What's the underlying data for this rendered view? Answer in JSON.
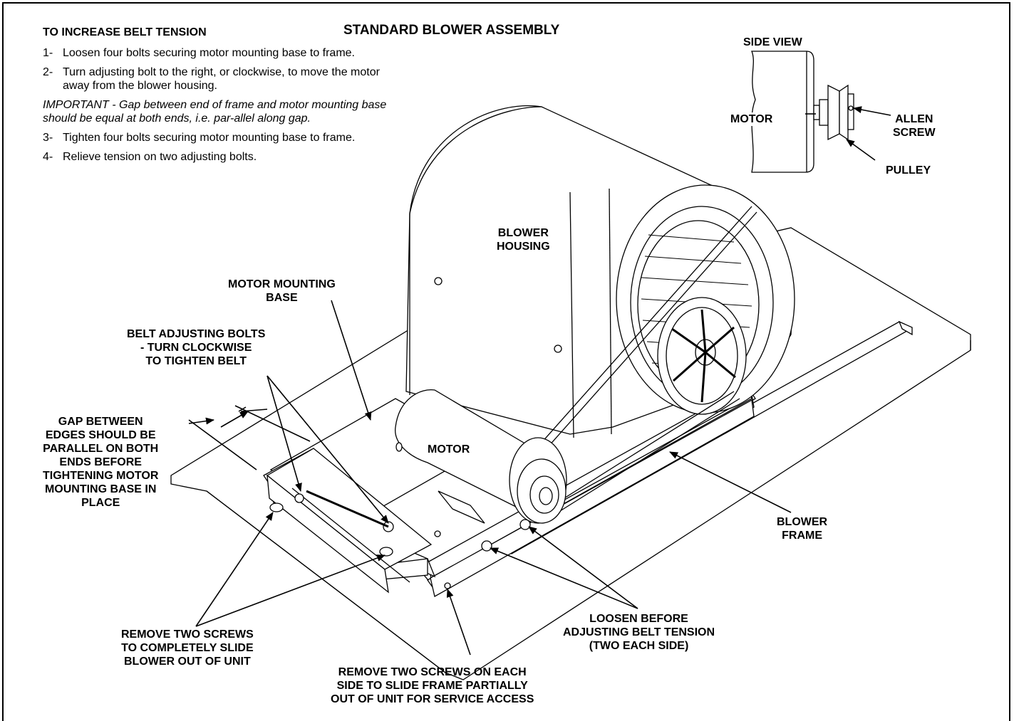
{
  "title": "STANDARD BLOWER ASSEMBLY",
  "instructions": {
    "heading": "TO INCREASE BELT TENSION",
    "steps": [
      {
        "num": "1-",
        "text": "Loosen four bolts securing motor mounting base to frame."
      },
      {
        "num": "2-",
        "text": "Turn adjusting bolt to the right, or clockwise, to move the motor away from the blower housing."
      },
      {
        "num": "3-",
        "text": "Tighten four bolts securing motor mounting base to frame."
      },
      {
        "num": "4-",
        "text": "Relieve tension on two adjusting bolts."
      }
    ],
    "important": "IMPORTANT - Gap between end of frame and motor mounting base should be equal at both ends, i.e. par-allel along gap."
  },
  "side_view": {
    "title": "SIDE VIEW",
    "motor": "MOTOR",
    "allen_screw": "ALLEN\nSCREW",
    "pulley": "PULLEY"
  },
  "callouts": {
    "blower_housing": "BLOWER\nHOUSING",
    "motor_mounting_base": "MOTOR MOUNTING\nBASE",
    "belt_adjusting_bolts": "BELT ADJUSTING BOLTS\n- TURN CLOCKWISE\nTO TIGHTEN BELT",
    "gap_between_edges": "GAP BETWEEN\nEDGES SHOULD BE\nPARALLEL ON BOTH\nENDS BEFORE\nTIGHTENING MOTOR\nMOUNTING BASE IN\nPLACE",
    "motor": "MOTOR",
    "blower_frame": "BLOWER\nFRAME",
    "loosen_before": "LOOSEN BEFORE\nADJUSTING BELT TENSION\n(TWO EACH SIDE)",
    "remove_two_screws": "REMOVE TWO SCREWS\nTO COMPLETELY SLIDE\nBLOWER OUT OF UNIT",
    "remove_two_screws_each_side": "REMOVE TWO SCREWS ON EACH\nSIDE TO SLIDE FRAME PARTIALLY\nOUT OF UNIT FOR SERVICE ACCESS"
  }
}
